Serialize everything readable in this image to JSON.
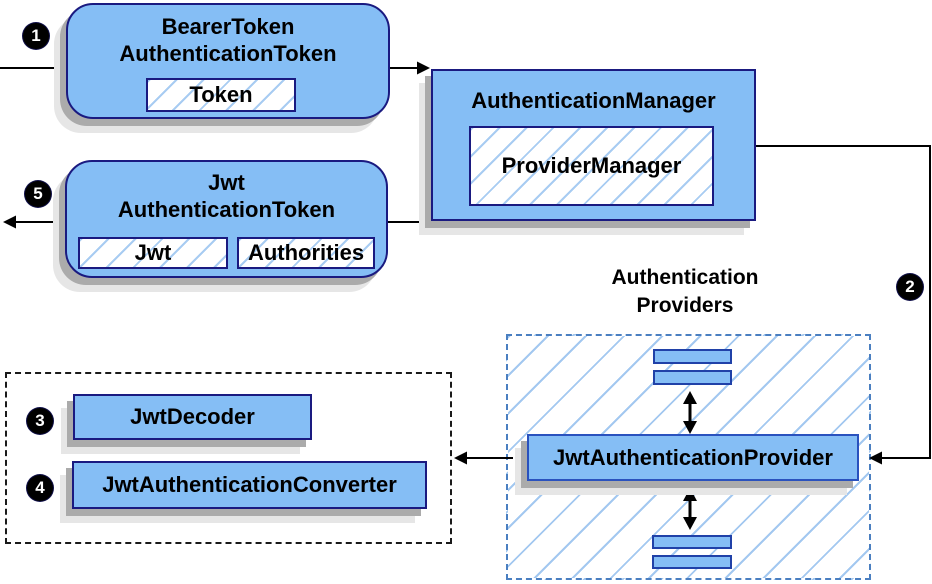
{
  "nodes": {
    "bearer_token": {
      "title_line1": "BearerToken",
      "title_line2": "AuthenticationToken",
      "field_token": "Token"
    },
    "authentication_manager": {
      "title": "AuthenticationManager",
      "field_provider_manager": "ProviderManager"
    },
    "jwt_authentication_token": {
      "title_line1": "Jwt",
      "title_line2": "AuthenticationToken",
      "field_jwt": "Jwt",
      "field_authorities": "Authorities"
    },
    "authentication_providers": {
      "title_line1": "Authentication",
      "title_line2": "Providers",
      "provider": "JwtAuthenticationProvider"
    },
    "converter_group": {
      "decoder": "JwtDecoder",
      "converter": "JwtAuthenticationConverter"
    }
  },
  "steps": {
    "step1": "1",
    "step2": "2",
    "step3": "3",
    "step4": "4",
    "step5": "5"
  },
  "colors": {
    "node_fill": "#85bef5",
    "node_border": "#1a1a80",
    "provider_border": "#2a52be",
    "hatch_line": "#a8ccf2",
    "dashed_blue_border": "#4a7fc1",
    "dashed_black_border": "#1a1a1a",
    "arrow": "#000000",
    "shadow": "#ababab",
    "badge_bg": "#000000",
    "badge_text": "#ffffff"
  }
}
